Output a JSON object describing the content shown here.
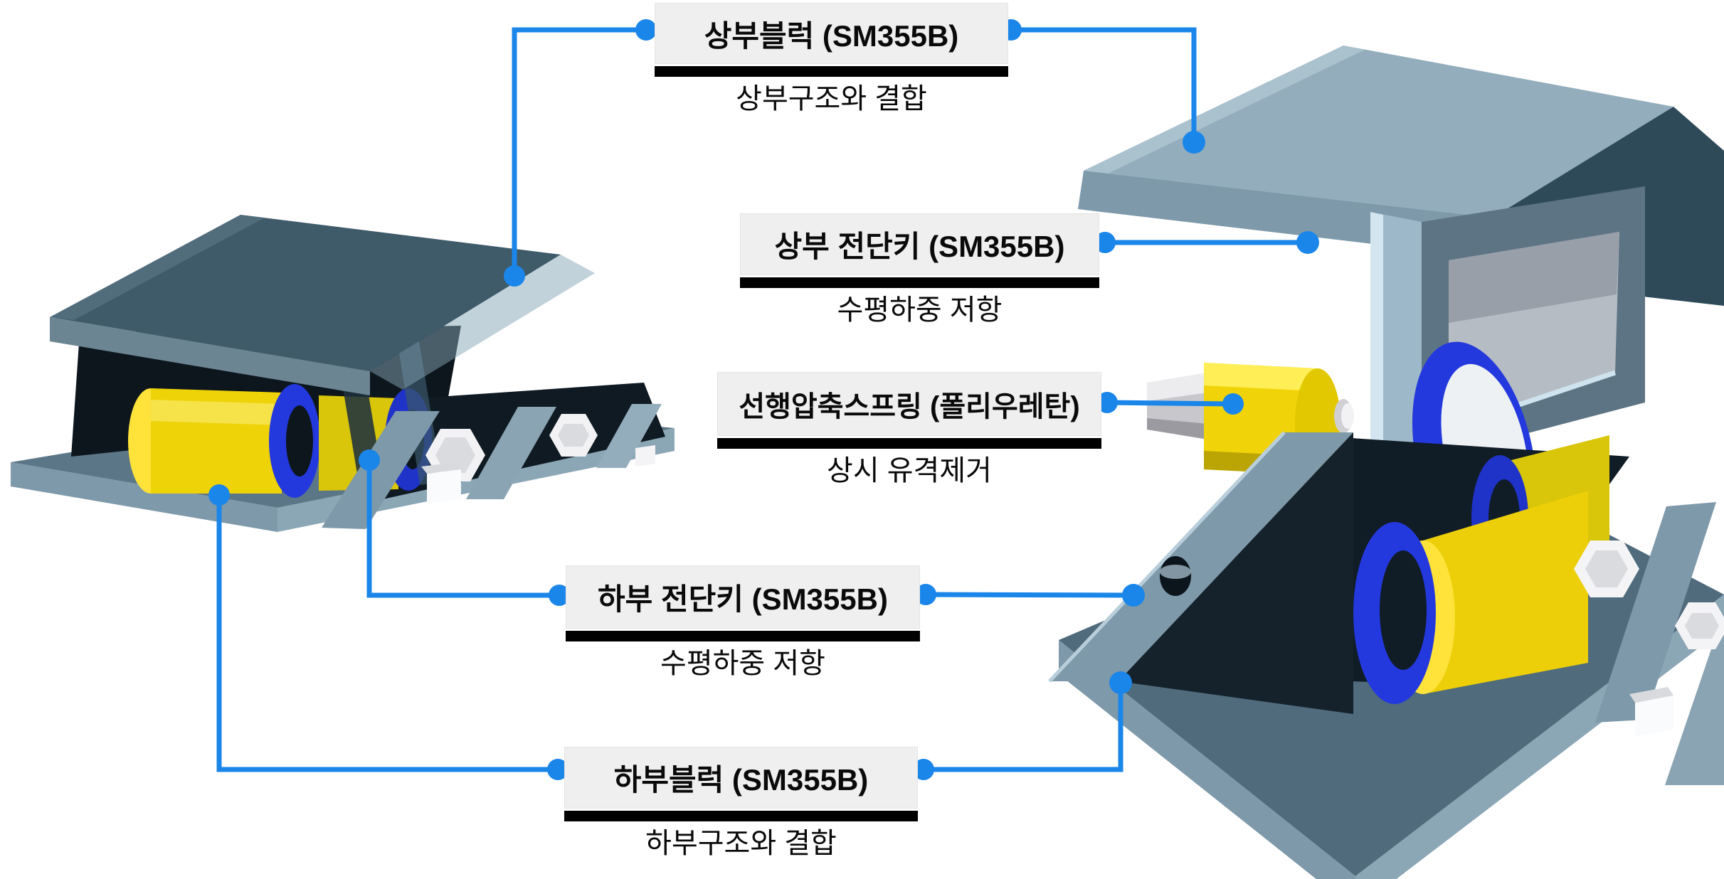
{
  "labels": [
    {
      "id": "upper-block",
      "title": "상부블럭 (SM355B)",
      "subtitle": "상부구조와 결합"
    },
    {
      "id": "upper-shear-key",
      "title": "상부 전단키 (SM355B)",
      "subtitle": "수평하중 저항"
    },
    {
      "id": "preload-spring",
      "title": "선행압축스프링 (폴리우레탄)",
      "subtitle": "상시 유격제거"
    },
    {
      "id": "lower-shear-key",
      "title": "하부 전단키 (SM355B)",
      "subtitle": "수평하중 저항"
    },
    {
      "id": "lower-block",
      "title": "하부블럭 (SM355B)",
      "subtitle": "하부구조와 결합"
    }
  ],
  "colors": {
    "background": "#ffffff",
    "accent_blue": "#1b86ea",
    "label_background": "#efefef",
    "label_underline": "#000000",
    "label_text": "#0a0a0a",
    "steel_dark": "#2e4a59",
    "steel_mid": "#4f6b7c",
    "steel_light": "#7e99a9",
    "steel_pale": "#b9cedb",
    "cavity_dark": "#0d161d",
    "spring_yellow": "#f0d409",
    "ring_blue": "#2339de",
    "bolt_white": "#f4f4f6"
  }
}
